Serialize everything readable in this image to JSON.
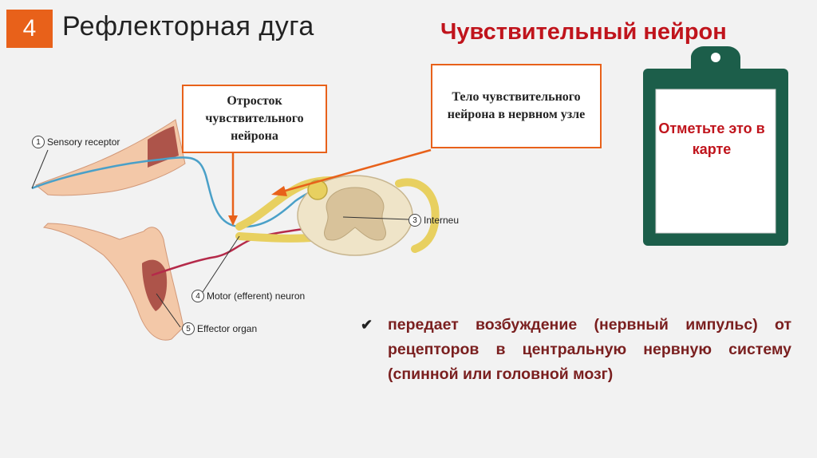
{
  "header": {
    "slide_number": "4",
    "title": "Рефлекторная дуга",
    "section_title": "Чувствительный нейрон"
  },
  "callouts": {
    "process": "Отросток чувствительного нейрона",
    "body": "Тело чувствительного нейрона в нервном узле"
  },
  "diagram_labels": {
    "sensory": {
      "num": "1",
      "text": "Sensory receptor"
    },
    "inter": {
      "num": "3",
      "text": "Interneu"
    },
    "motor": {
      "num": "4",
      "text": "Motor (efferent) neuron"
    },
    "effector": {
      "num": "5",
      "text": "Effector organ"
    }
  },
  "clipboard": {
    "text": "Отметьте это в карте"
  },
  "bullet": {
    "text": "передает возбуждение (нервный импульс) от рецепторов в центральную нервную систему (спинной или головной мозг)"
  },
  "colors": {
    "accent": "#e8611a",
    "red": "#c0141c",
    "clipboard": "#1c5e4a",
    "sensory_nerve": "#4aa0c8",
    "motor_nerve": "#b52a4a"
  }
}
